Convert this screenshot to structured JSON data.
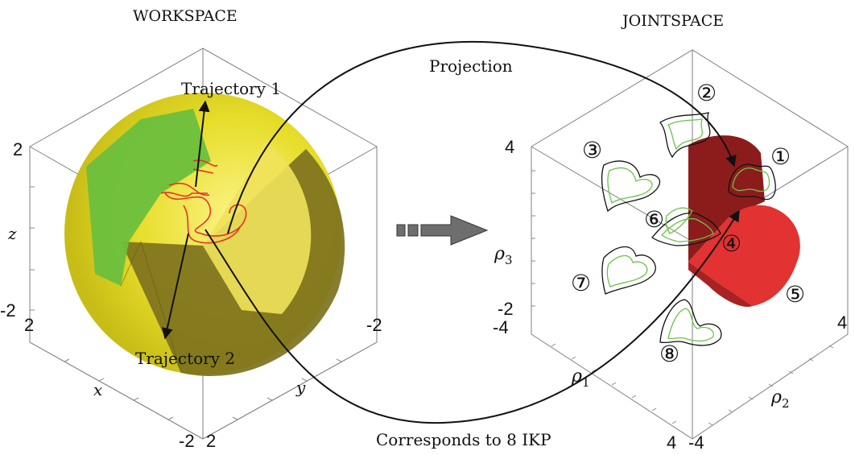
{
  "left_panel": {
    "title": "WORKSPACE",
    "axis_x": "x",
    "axis_y": "y",
    "axis_z": "z",
    "tick_z_top": "2",
    "tick_z_bottom": "-2",
    "tick_x_left": "2",
    "tick_y_right": "-2",
    "tick_bottom_a": "-2",
    "tick_bottom_b": "2",
    "label_traj1": "Trajectory 1",
    "label_traj2": "Trajectory 2",
    "colors": {
      "sphere": "#e7dd2a",
      "sphere_dark": "#7b6f1c",
      "green": "#6cbf3d",
      "path": "#e5332a"
    }
  },
  "right_panel": {
    "title": "JOINTSPACE",
    "axis_rho3": "ρ",
    "axis_rho3_sub": "3",
    "axis_rho1": "ρ",
    "axis_rho1_sub": "1",
    "axis_rho2": "ρ",
    "axis_rho2_sub": "2",
    "tick_top": "4",
    "tick_mid": "-2",
    "tick_left": "-4",
    "tick_right": "4",
    "tick_bottom_a": "4",
    "tick_bottom_b": "-4",
    "colors": {
      "solid_dark": "#8c1c1c",
      "solid_light": "#e23232",
      "curve_green": "#6cc24a"
    }
  },
  "mapping": {
    "projection_label": "Projection",
    "corresponds_label": "Corresponds to 8 IKP"
  },
  "solutions": [
    "①",
    "②",
    "③",
    "④",
    "⑤",
    "⑥",
    "⑦",
    "⑧"
  ]
}
